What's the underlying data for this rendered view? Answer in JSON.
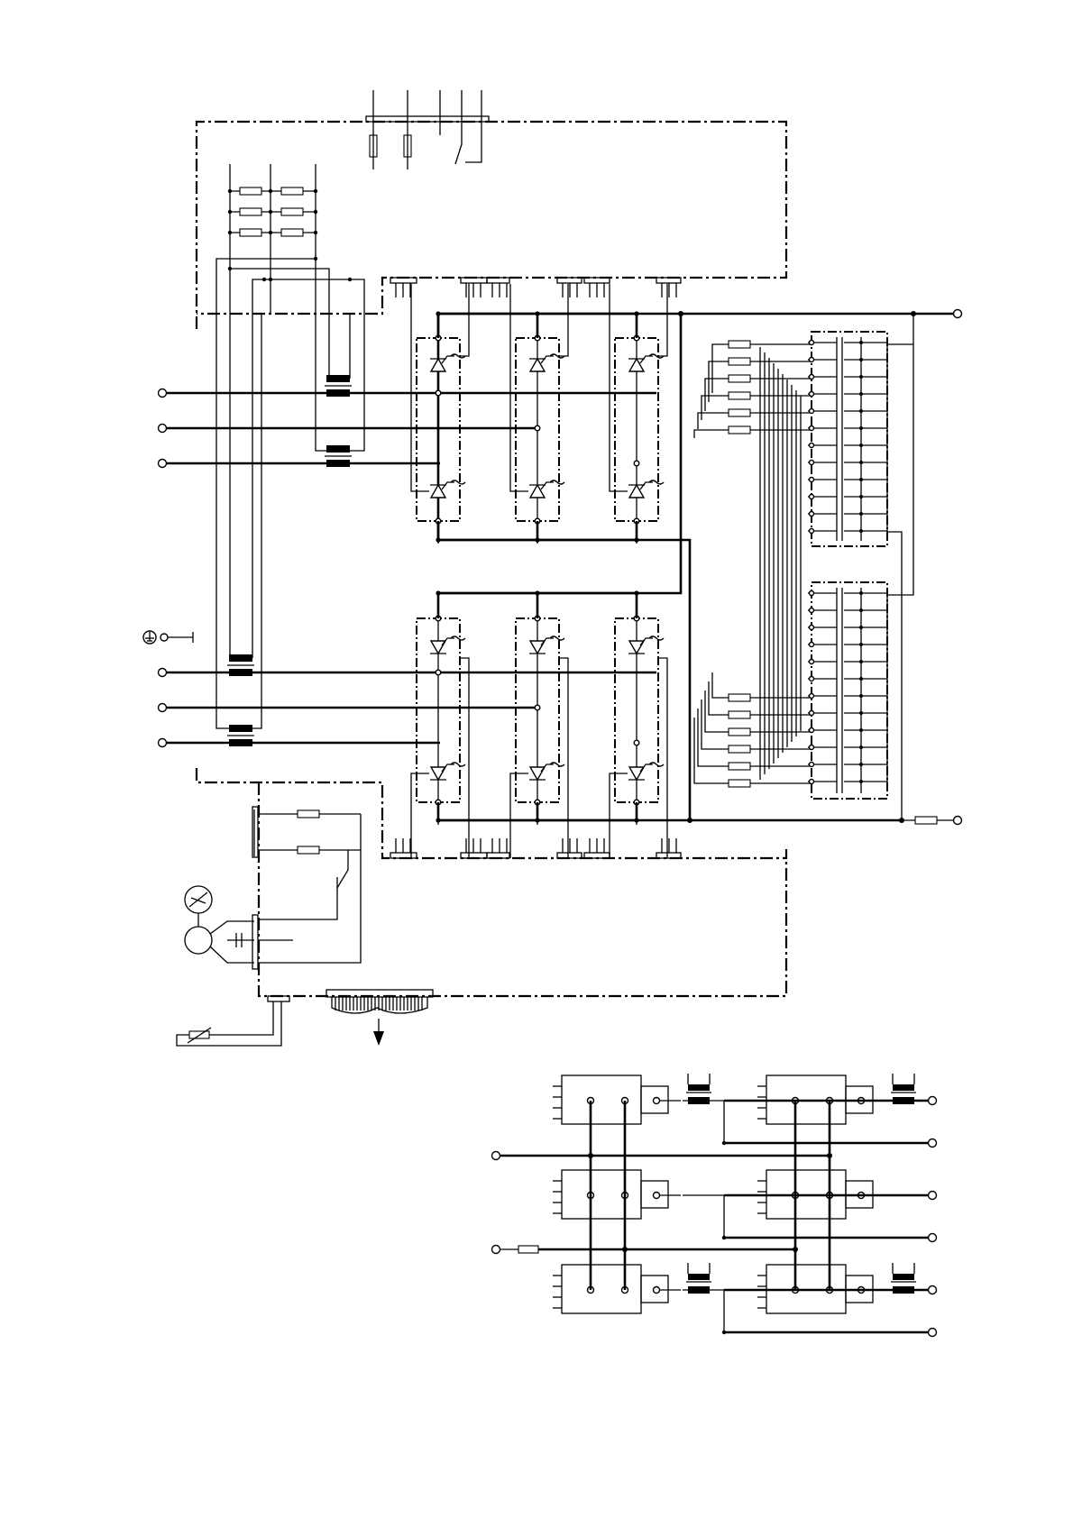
{
  "diagram": {
    "type": "electrical-schematic",
    "description_labels": [],
    "main_unit": {
      "terminals_left": {
        "count": 6,
        "ground_terminal": true
      },
      "terminals_right": {
        "count": 2
      },
      "thyristor_modules": {
        "rows": 2,
        "per_row": 3
      },
      "capacitor_packs": 2,
      "fan_motor": true,
      "heatsink_with_arrow": true,
      "thermistor": true
    },
    "module_panel": {
      "blocks": {
        "rows": 3,
        "columns": 2
      },
      "left_terminals": 2,
      "right_terminals": 6,
      "ferrite_cores": 4
    }
  }
}
